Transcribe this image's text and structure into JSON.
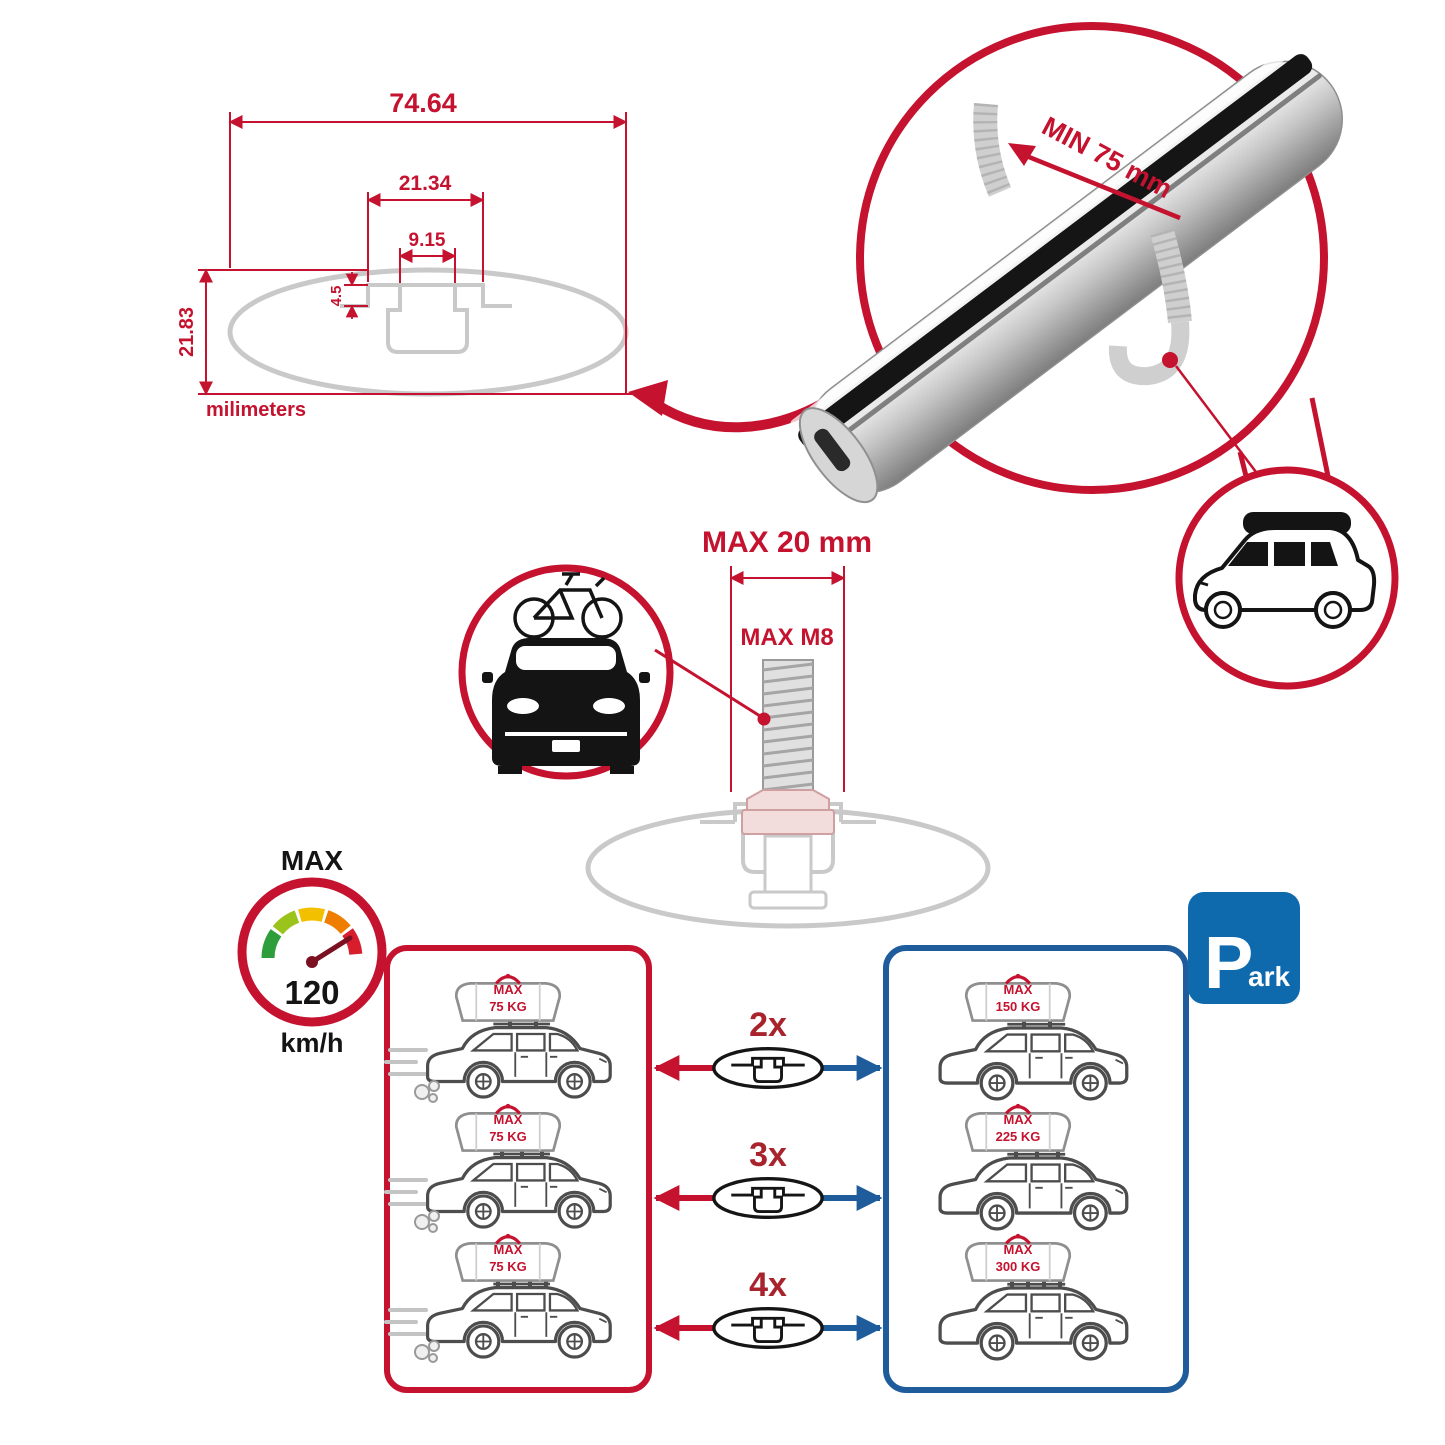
{
  "page": {
    "background": "#ffffff"
  },
  "palette": {
    "accent_red": "#c4122f",
    "accent_blue": "#1f5c9c",
    "park_blue": "#0e6aad",
    "diagram_gray": "#c9c9c9"
  },
  "cross_section": {
    "total_width": "74.64",
    "upper_width": "21.34",
    "slot_width": "9.15",
    "lip_height": "4.5",
    "profile_height": "21.83",
    "units": "milimeters"
  },
  "clamp_detail": {
    "min_grip": "MIN 75 mm"
  },
  "bolt_detail": {
    "max_protrusion": "MAX 20 mm",
    "max_thread": "MAX M8"
  },
  "speed_limit": {
    "label": "MAX",
    "value": "120",
    "unit": "km/h"
  },
  "park_sign": {
    "letter": "P",
    "suffix": "ark"
  },
  "load_rows": [
    {
      "crossbars": "2x",
      "driving": {
        "max": "MAX",
        "weight": "75 KG"
      },
      "parked": {
        "max": "MAX",
        "weight": "150 KG"
      }
    },
    {
      "crossbars": "3x",
      "driving": {
        "max": "MAX",
        "weight": "75 KG"
      },
      "parked": {
        "max": "MAX",
        "weight": "225 KG"
      }
    },
    {
      "crossbars": "4x",
      "driving": {
        "max": "MAX",
        "weight": "75 KG"
      },
      "parked": {
        "max": "MAX",
        "weight": "300 KG"
      }
    }
  ]
}
